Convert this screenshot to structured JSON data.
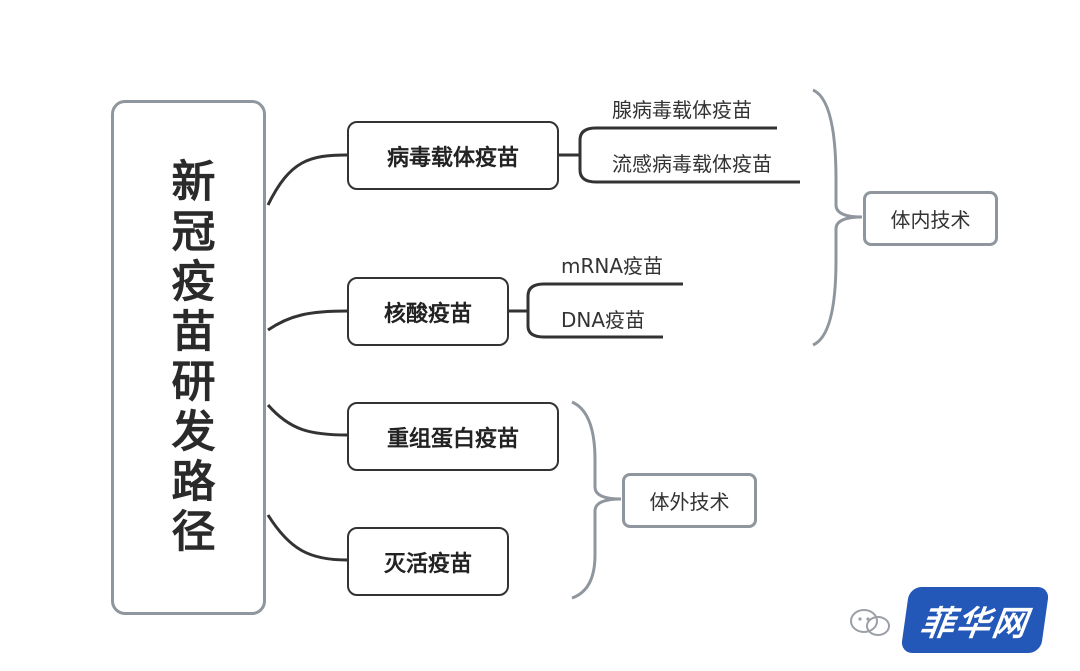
{
  "root": {
    "title": "新冠疫苗研发路径"
  },
  "nodes": {
    "viral_vector": "病毒载体疫苗",
    "nucleic_acid": "核酸疫苗",
    "recombinant_protein": "重组蛋白疫苗",
    "inactivated": "灭活疫苗"
  },
  "leaves": {
    "adenovirus_vector": "腺病毒载体疫苗",
    "influenza_vector": "流感病毒载体疫苗",
    "mrna": "mRNA疫苗",
    "dna": "DNA疫苗"
  },
  "groups": {
    "in_vivo": "体内技术",
    "in_vitro": "体外技术"
  },
  "watermark": {
    "text": "菲华网"
  },
  "colors": {
    "line": "#333333",
    "group_border": "#8f969e",
    "watermark_bg": "#2357b8"
  }
}
